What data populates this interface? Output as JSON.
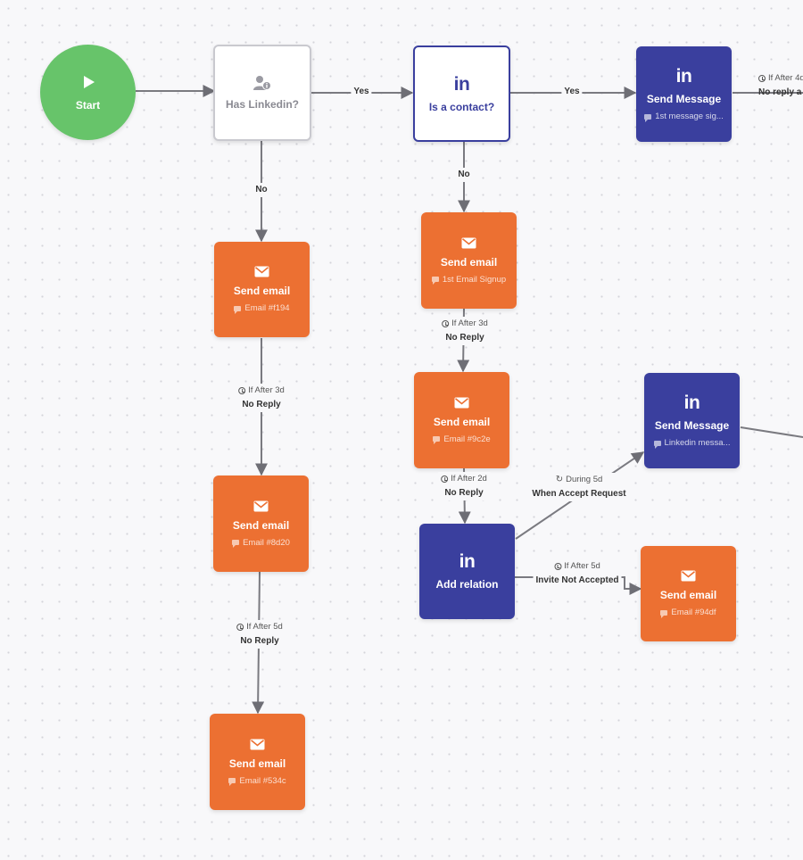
{
  "start": {
    "label": "Start"
  },
  "nodes": {
    "has_linkedin": {
      "title": "Has Linkedin?",
      "icon": "person-info-icon"
    },
    "is_contact": {
      "title": "Is a contact?",
      "icon": "linkedin-icon"
    },
    "send_message_1": {
      "title": "Send Message",
      "sub": "1st message sig...",
      "icon": "linkedin-icon"
    },
    "send_email_f194": {
      "title": "Send email",
      "sub": "Email #f194",
      "icon": "envelope-icon"
    },
    "send_email_signup": {
      "title": "Send email",
      "sub": "1st Email Signup",
      "icon": "envelope-icon"
    },
    "send_email_9c2e": {
      "title": "Send email",
      "sub": "Email #9c2e",
      "icon": "envelope-icon"
    },
    "send_message_2": {
      "title": "Send Message",
      "sub": "Linkedin messa...",
      "icon": "linkedin-icon"
    },
    "add_relation": {
      "title": "Add relation",
      "icon": "linkedin-icon"
    },
    "send_email_8d20": {
      "title": "Send email",
      "sub": "Email #8d20",
      "icon": "envelope-icon"
    },
    "send_email_94df": {
      "title": "Send email",
      "sub": "Email #94df",
      "icon": "envelope-icon"
    },
    "send_email_534c": {
      "title": "Send email",
      "sub": "Email #534c",
      "icon": "envelope-icon"
    }
  },
  "edges": {
    "yes_1": "Yes",
    "yes_2": "Yes",
    "no_1": "No",
    "no_2": "No",
    "top_right": {
      "cond": "If After 4d",
      "action": "No reply a"
    },
    "e_f194_8d20": {
      "cond": "If After 3d",
      "action": "No Reply"
    },
    "e_8d20_534c": {
      "cond": "If After 5d",
      "action": "No Reply"
    },
    "e_signup_9c2e": {
      "cond": "If After 3d",
      "action": "No Reply"
    },
    "e_9c2e_relation": {
      "cond": "If After 2d",
      "action": "No Reply"
    },
    "e_accept": {
      "cond": "During 5d",
      "action": "When Accept Request"
    },
    "e_not_accepted": {
      "cond": "If After 5d",
      "action": "Invite Not Accepted"
    }
  },
  "colors": {
    "orange": "#ec7032",
    "navy": "#3a3f9e",
    "start_green": "#67c46a",
    "edge": "#7a7a80"
  }
}
